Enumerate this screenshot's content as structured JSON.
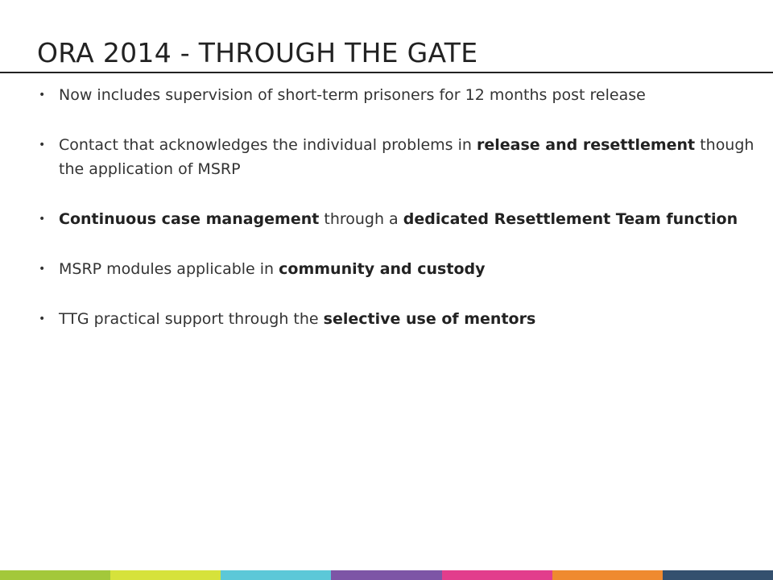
{
  "slide": {
    "title": "ORA 2014 - THROUGH THE GATE",
    "bullet_glyph": "•",
    "bullets": [
      {
        "parts": [
          {
            "text": "Now includes supervision of short-term prisoners for 12 months post release",
            "bold": false
          }
        ]
      },
      {
        "parts": [
          {
            "text": "Contact that acknowledges the individual problems in ",
            "bold": false
          },
          {
            "text": "release and resettlement",
            "bold": true
          },
          {
            "text": " though the application of MSRP",
            "bold": false
          }
        ]
      },
      {
        "parts": [
          {
            "text": "Continuous case management",
            "bold": true
          },
          {
            "text": " through a ",
            "bold": false
          },
          {
            "text": "dedicated Resettlement Team function",
            "bold": true
          }
        ]
      },
      {
        "parts": [
          {
            "text": "MSRP modules applicable in ",
            "bold": false
          },
          {
            "text": "community and custody",
            "bold": true
          }
        ]
      },
      {
        "parts": [
          {
            "text": "TTG practical support through the ",
            "bold": false
          },
          {
            "text": "selective use of mentors",
            "bold": true
          }
        ]
      }
    ]
  },
  "footer_colors": [
    "#a3c83a",
    "#d6e23b",
    "#5cc8d8",
    "#7d55a6",
    "#e23d8c",
    "#ef8a2f",
    "#34506e"
  ]
}
